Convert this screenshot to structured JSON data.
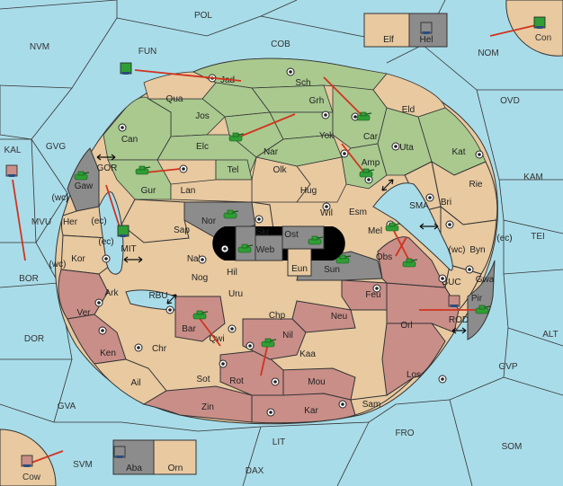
{
  "map": {
    "colors": {
      "sea": "#a9dce9",
      "neutral": "#e8c9a0",
      "green_power": "#a9c98f",
      "red_power": "#c98e88",
      "gray_power": "#8c8c8c",
      "black_power": "#000000",
      "order_arrow": "#d0341f"
    },
    "sea_labels": [
      "POL",
      "NVM",
      "FUN",
      "COB",
      "NOM",
      "Con",
      "OVD",
      "KAL",
      "GVG",
      "KAM",
      "MVU",
      "BOR",
      "TEI",
      "DOR",
      "ALT",
      "GVP",
      "GVA",
      "FRO",
      "SOM",
      "LIT",
      "SVM",
      "DAX",
      "Cow"
    ],
    "land_labels": [
      "Elf",
      "Hel",
      "Jad",
      "Sch",
      "Qua",
      "Jos",
      "Grh",
      "Can",
      "Car",
      "Eld",
      "Elc",
      "Nar",
      "Yok",
      "Uta",
      "Kat",
      "Tel",
      "Olk",
      "Amp",
      "Gur",
      "Lan",
      "Hug",
      "Rie",
      "Bri",
      "Gaw",
      "Nor",
      "Skr",
      "Ost",
      "Wil",
      "Esm",
      "SMA",
      "Her",
      "Sap",
      "Web",
      "Mel",
      "Byn",
      "Kor",
      "Nab",
      "Eun",
      "Sun",
      "Obs",
      "Gwa",
      "MIT",
      "Hil",
      "Ark",
      "Nog",
      "RBU",
      "Uru",
      "Feu",
      "Pir",
      "Ver",
      "Chp",
      "Neu",
      "Orl",
      "Bar",
      "Qwi",
      "Nil",
      "Ken",
      "Chr",
      "Kaa",
      "Los",
      "Ail",
      "Sot",
      "Rot",
      "Mou",
      "Sam",
      "Zin",
      "Kar",
      "Aba",
      "Orn"
    ],
    "coast_labels": [
      "(wc)",
      "(ec)",
      "(ec)",
      "(wc)",
      "(wc)",
      "(ec)"
    ],
    "units": [
      {
        "type": "fleet",
        "power": "green",
        "at": "Con"
      },
      {
        "type": "fleet",
        "power": "gray",
        "at": "Hel"
      },
      {
        "type": "fleet",
        "power": "green",
        "at": "FUN"
      },
      {
        "type": "fleet",
        "power": "red",
        "at": "KAL"
      },
      {
        "type": "army",
        "power": "green",
        "at": "Car"
      },
      {
        "type": "army",
        "power": "green",
        "at": "Elc"
      },
      {
        "type": "army",
        "power": "green",
        "at": "Gur"
      },
      {
        "type": "army",
        "power": "green",
        "at": "Amp"
      },
      {
        "type": "army",
        "power": "green",
        "at": "Gaw"
      },
      {
        "type": "fleet",
        "power": "green",
        "at": "MIT"
      },
      {
        "type": "army",
        "power": "green",
        "at": "Nor"
      },
      {
        "type": "army",
        "power": "green",
        "at": "Web"
      },
      {
        "type": "army",
        "power": "green",
        "at": "Ost"
      },
      {
        "type": "army",
        "power": "green",
        "at": "Sun"
      },
      {
        "type": "army",
        "power": "green",
        "at": "Mel"
      },
      {
        "type": "army",
        "power": "green",
        "at": "Obs"
      },
      {
        "type": "fleet",
        "power": "red",
        "at": "BUC"
      },
      {
        "type": "army",
        "power": "green",
        "at": "Pir"
      },
      {
        "type": "army",
        "power": "green",
        "at": "Bar"
      },
      {
        "type": "army",
        "power": "green",
        "at": "Nil"
      },
      {
        "type": "fleet",
        "power": "gray",
        "at": "Aba"
      },
      {
        "type": "fleet",
        "power": "red",
        "at": "Cow"
      }
    ]
  }
}
